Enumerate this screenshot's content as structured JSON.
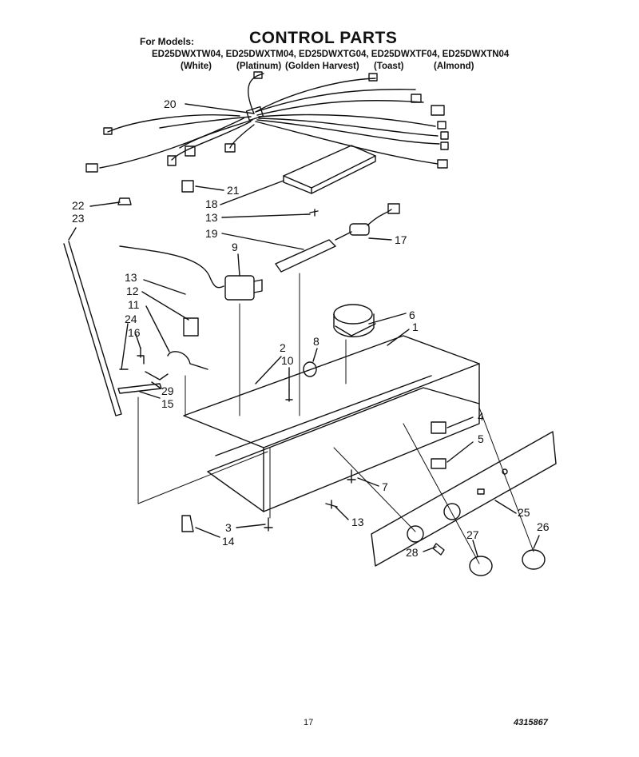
{
  "header": {
    "for_models_label": "For Models:",
    "title": "CONTROL PARTS",
    "models": "ED25DWXTW04, ED25DWXTM04, ED25DWXTG04, ED25DWXTF04, ED25DWXTN04",
    "colors": [
      "(White)",
      "(Platinum)",
      "(Golden Harvest)",
      "(Toast)",
      "(Almond)"
    ]
  },
  "callouts": [
    "20",
    "21",
    "22",
    "23",
    "18",
    "13",
    "19",
    "17",
    "9",
    "13",
    "12",
    "11",
    "24",
    "16",
    "29",
    "15",
    "6",
    "1",
    "8",
    "2",
    "10",
    "4",
    "5",
    "7",
    "13",
    "3",
    "14",
    "25",
    "26",
    "27",
    "28"
  ],
  "footer": {
    "page_number": "17",
    "document_number": "4315867"
  }
}
